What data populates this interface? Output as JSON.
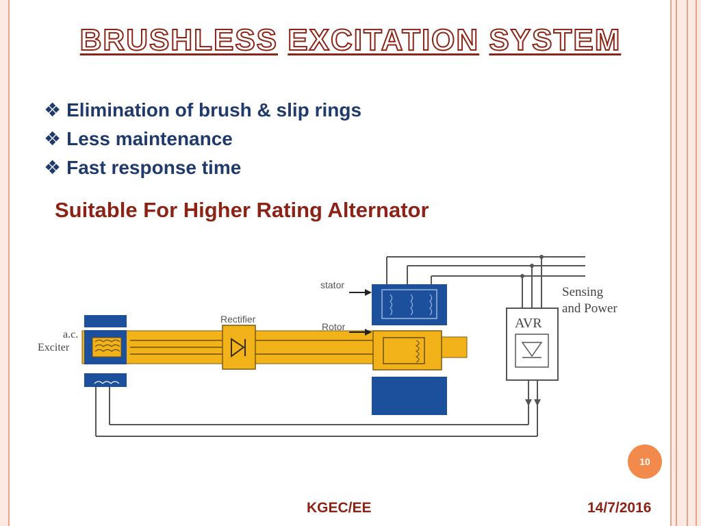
{
  "title": {
    "words": [
      "BRUSHLESS",
      "EXCITATION",
      "SYSTEM"
    ]
  },
  "bullets": [
    {
      "marker": "❖",
      "text": "Elimination of brush & slip rings"
    },
    {
      "marker": "❖",
      "text": "Less maintenance"
    },
    {
      "marker": "❖",
      "text": "Fast response time"
    }
  ],
  "subheading": "Suitable For Higher Rating Alternator",
  "diagram": {
    "labels": {
      "stator": "stator",
      "rotor": "Rotor",
      "rectifier": "Rectifier",
      "exciter_line1": "a.c.",
      "exciter_line2": "Exciter",
      "sensing_line1": "Sensing",
      "sensing_line2": "and Power",
      "avr": "AVR"
    },
    "colors": {
      "shaft": "#f2b21a",
      "iron": "#1c4f9c",
      "wire": "#555555"
    }
  },
  "slide_number": "10",
  "footer": {
    "center": "KGEC/EE",
    "date": "14/7/2016"
  }
}
